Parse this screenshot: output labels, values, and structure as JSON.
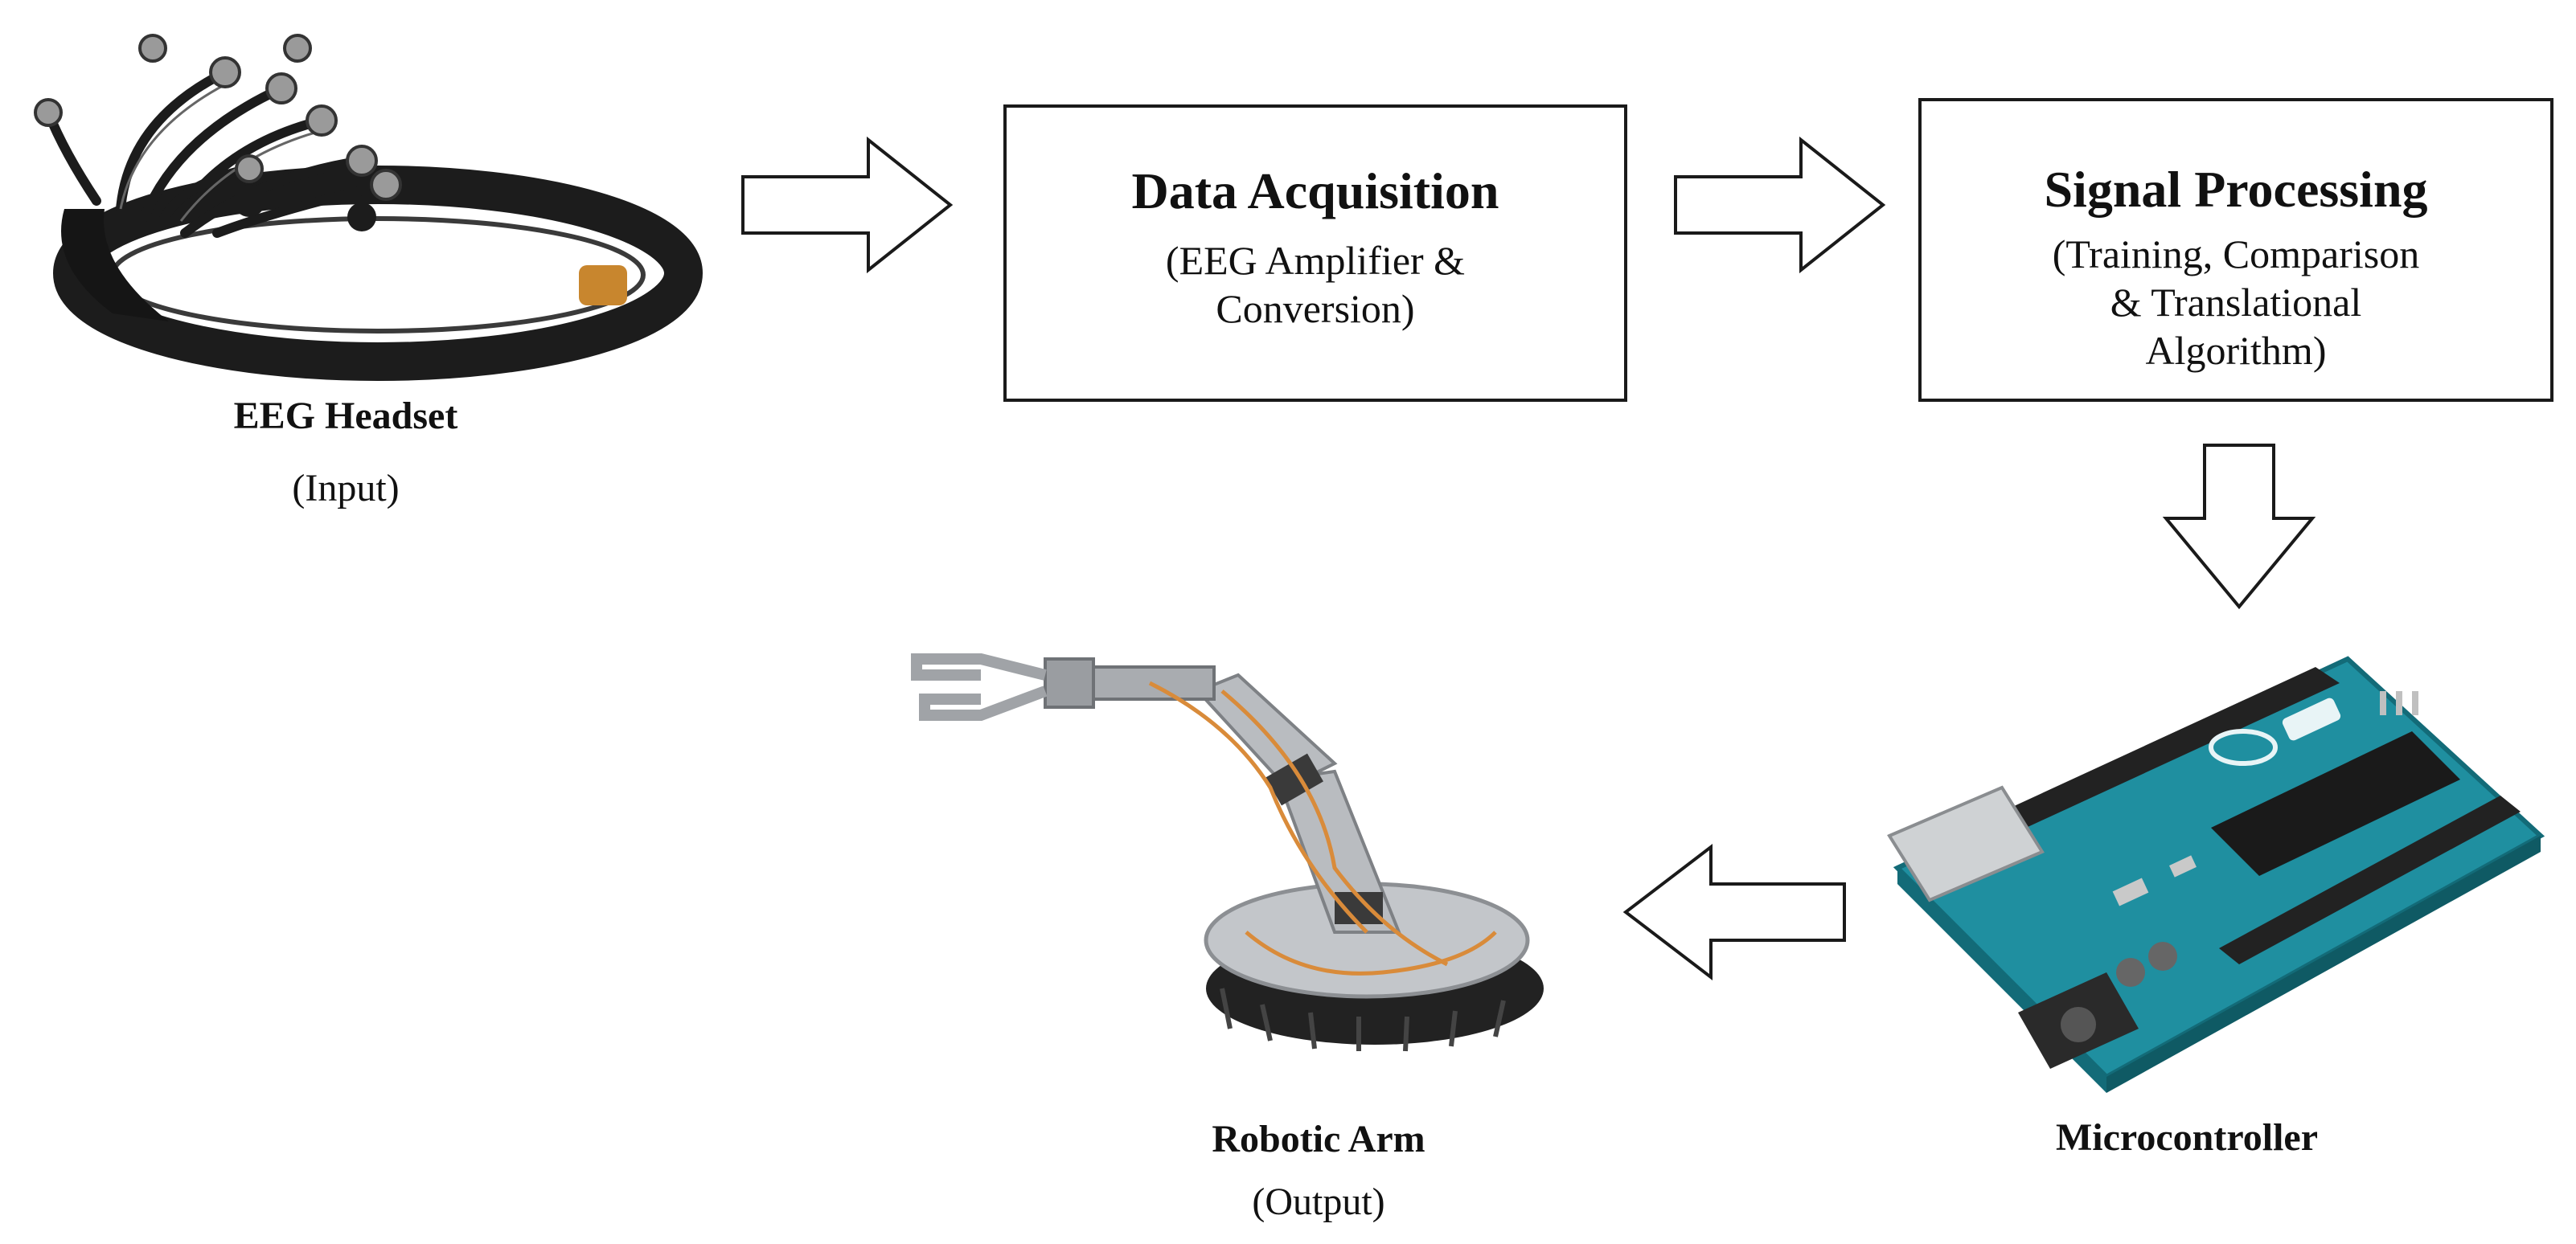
{
  "nodes": {
    "eeg_headset": {
      "title": "EEG Headset",
      "subtitle": "(Input)",
      "icon": "eeg-headset-icon"
    },
    "data_acquisition": {
      "title": "Data Acquisition",
      "lines": [
        "(EEG Amplifier &",
        "Conversion)"
      ]
    },
    "signal_processing": {
      "title": "Signal Processing",
      "lines": [
        "(Training, Comparison",
        "& Translational",
        "Algorithm)"
      ]
    },
    "microcontroller": {
      "title": "Microcontroller",
      "icon": "microcontroller-board-icon"
    },
    "robotic_arm": {
      "title": "Robotic Arm",
      "subtitle": "(Output)",
      "icon": "robotic-arm-icon"
    }
  },
  "edges": [
    {
      "from": "eeg_headset",
      "to": "data_acquisition"
    },
    {
      "from": "data_acquisition",
      "to": "signal_processing"
    },
    {
      "from": "signal_processing",
      "to": "microcontroller"
    },
    {
      "from": "microcontroller",
      "to": "robotic_arm"
    }
  ],
  "colors": {
    "board": "#1f8fa0",
    "board_dark": "#136b78",
    "headset": "#1c1c1c",
    "arm": "#b9bcc0",
    "arm_base": "#222222",
    "wire": "#d98b3a"
  }
}
